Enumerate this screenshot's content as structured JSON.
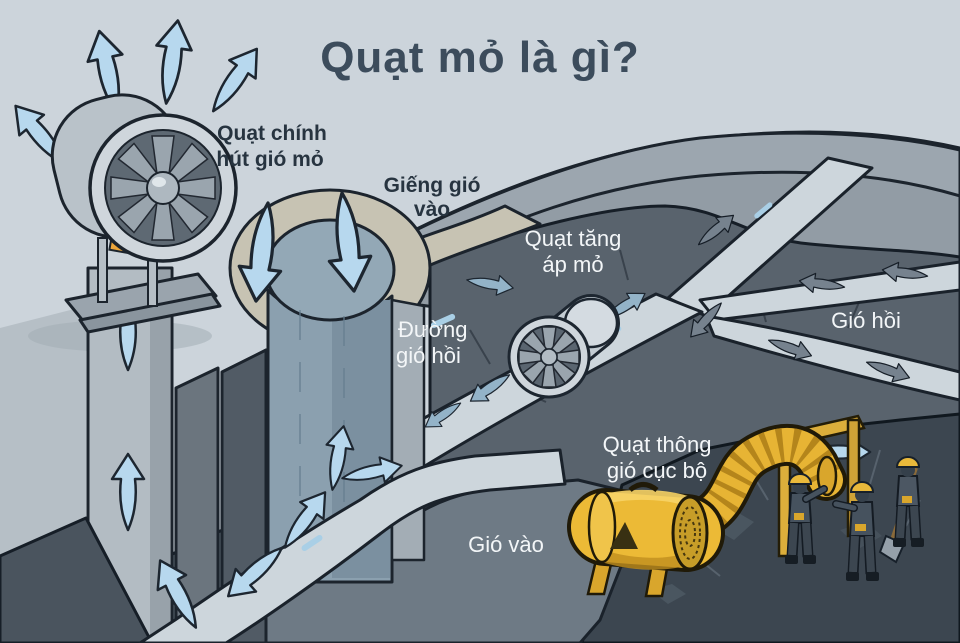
{
  "title": "Quạt mỏ là gì?",
  "labels": {
    "main_fan": {
      "line1": "Quạt chính",
      "line2": "hút gió mỏ"
    },
    "intake_shaft": {
      "line1": "Giếng gió",
      "line2": "vào"
    },
    "booster_fan": {
      "line1": "Quạt tăng",
      "line2": "áp mỏ"
    },
    "return_airway": {
      "line1": "Đường",
      "line2": "gió hồi"
    },
    "return_air": "Gió hồi",
    "local_fan": {
      "line1": "Quạt thông",
      "line2": "gió cục bộ"
    },
    "intake_air": "Gió vào"
  },
  "colors": {
    "background": "#ccd4db",
    "hill_gray": "#929ca5",
    "seam_dark": "#59636d",
    "seam_darkest": "#3c4650",
    "tunnel_light": "#cdd6dc",
    "arrow_blue": "#b7d8ee",
    "fan_gray": "#c0c9d0",
    "fan_yellow": "#ecba36",
    "plate_orange": "#eda63b",
    "helmet_yellow": "#e9b93b",
    "title_color": "#3c4c5c",
    "label_dark": "#273440",
    "label_light": "#f3f6f8"
  }
}
